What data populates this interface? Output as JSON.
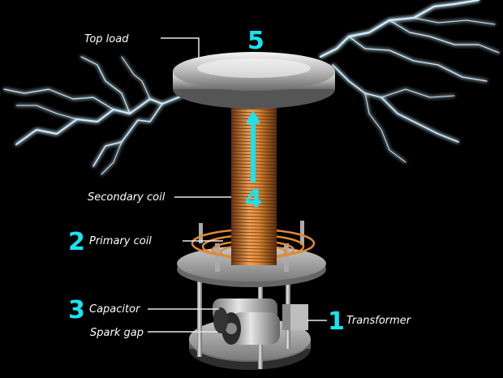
{
  "labels": {
    "top_load": {
      "number": "5",
      "text": "Top load"
    },
    "secondary_coil": {
      "number": "4",
      "text": "Secondary coil"
    },
    "primary_coil": {
      "number": "2",
      "text": "Primary coil"
    },
    "capacitor": {
      "number": "3",
      "text": "Capacitor"
    },
    "spark_gap": {
      "text": "Spark gap"
    },
    "transformer": {
      "number": "1",
      "text": "Transformer"
    }
  },
  "colors": {
    "number_accent": "#19e3f0",
    "coil_copper": "#d9822b",
    "lightning": "#bfe9ff",
    "background": "#000000"
  }
}
